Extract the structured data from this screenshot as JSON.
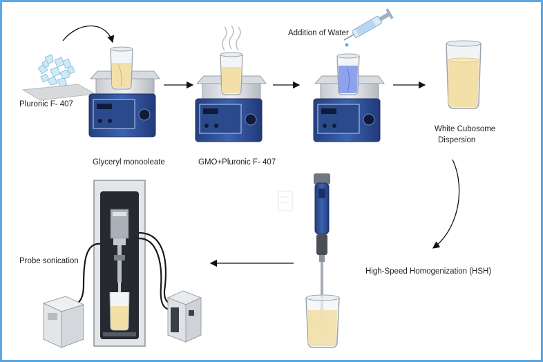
{
  "colors": {
    "border": "#5aa9e6",
    "stirrer_body": "#2f4f96",
    "stirrer_plate": "#c9cdd1",
    "liquid": "#f3dfa8",
    "water_liquid": "#8fa2ee",
    "arrow": "#111111"
  },
  "labels": {
    "pluronic": "Pluronic F- 407",
    "glyceryl": "Glyceryl monooleate",
    "gmo_pluronic": "GMO+Pluronic F- 407",
    "addition_water": "Addition of Water",
    "white_cubosome": "White Cubosome",
    "dispersion": "Dispersion",
    "hsh": "High-Speed Homogenization (HSH)",
    "probe": "Probe sonication"
  }
}
